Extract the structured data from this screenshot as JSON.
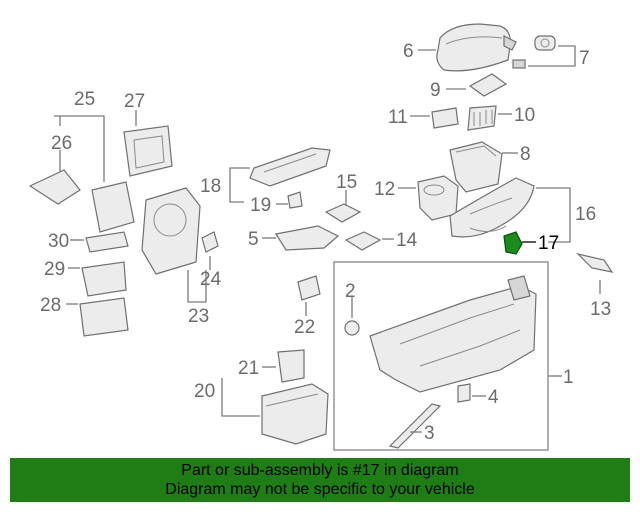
{
  "diagram": {
    "callouts": [
      "1",
      "2",
      "3",
      "4",
      "5",
      "6",
      "7",
      "8",
      "9",
      "10",
      "11",
      "12",
      "13",
      "14",
      "15",
      "16",
      "17",
      "18",
      "19",
      "20",
      "21",
      "22",
      "23",
      "24",
      "25",
      "26",
      "27",
      "28",
      "29",
      "30"
    ],
    "highlighted_part": "17",
    "highlight_color": "#1a8c1a"
  },
  "banner": {
    "line1": "Part or sub-assembly is #17 in diagram",
    "line2": "Diagram may not be specific to your vehicle",
    "background": "#1e7d15"
  }
}
